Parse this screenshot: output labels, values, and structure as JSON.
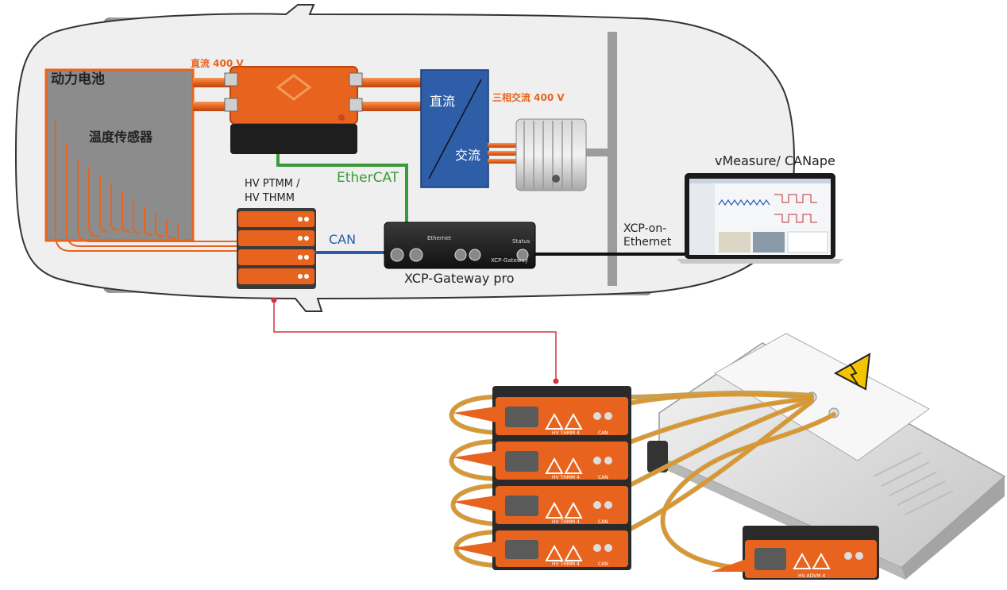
{
  "labels": {
    "battery": "动力电池",
    "temp_sensor": "温度传感器",
    "dc_400": "直流 400 V",
    "dc": "直流",
    "ac": "交流",
    "three_phase": "三相交流 400 V",
    "ethercat": "EtherCAT",
    "hv_line1": "HV PTMM /",
    "hv_line2": "HV THMM",
    "can": "CAN",
    "gateway": "XCP-Gateway pro",
    "xcp_eth1": "XCP-on-",
    "xcp_eth2": "Ethernet",
    "vmeasure": "vMeasure/ CANape"
  },
  "device_text": {
    "gw_brand": "Ethernet",
    "gw_name": "XCP-Gateway",
    "gw_status": "Status",
    "module_can": "CAN",
    "thmm_label": "HV THMM 4",
    "adam_label": "HV ADVM 4"
  },
  "colors": {
    "car_body": "#efefef",
    "battery": "#8c8c8c",
    "orange": "#e8641e",
    "inverter": "#2f5ea8",
    "ethercat_line": "#3a9a3a",
    "can_line": "#2a5aa8",
    "link_line": "#d0343c"
  }
}
